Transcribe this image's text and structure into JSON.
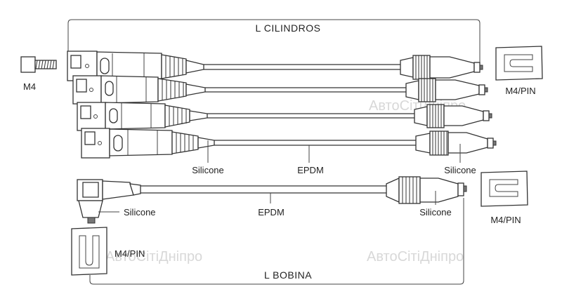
{
  "labels": {
    "l_cilindros": "L  CILINDROS",
    "l_bobina": "L  BOBINA",
    "m4": "M4",
    "m4pin_right_top": "M4/PIN",
    "m4pin_right_bottom": "M4/PIN",
    "m4pin_left": "M4/PIN",
    "silicone_left_top": "Silicone",
    "epdm_top": "EPDM",
    "silicone_right_top": "Silicone",
    "silicone_left_bottom": "Silicone",
    "epdm_bottom": "EPDM",
    "silicone_right_bottom": "Silicone"
  },
  "watermark": {
    "text_1": "АвтоСітіДніпро",
    "text_2": "АвтоСітіДніпро",
    "text_3": "АвтоСітіДніпро"
  },
  "colors": {
    "line": "#333333",
    "label": "#222222",
    "watermark": "#d8d8d8"
  }
}
